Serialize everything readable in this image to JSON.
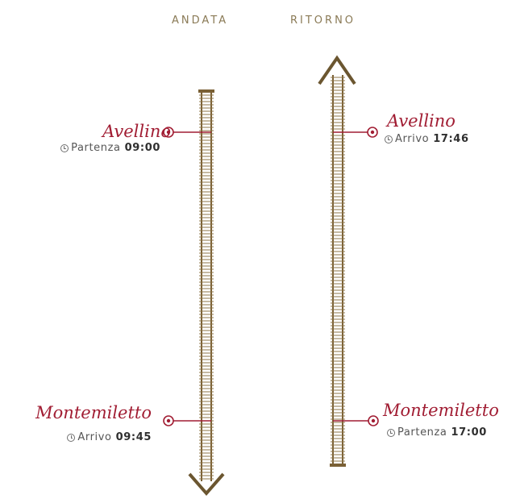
{
  "headers": {
    "outbound": "ANDATA",
    "return": "RITORNO"
  },
  "outbound": {
    "from": {
      "station": "Avellino",
      "label": "Partenza",
      "time": "09:00"
    },
    "to": {
      "station": "Montemiletto",
      "label": "Arrivo",
      "time": "09:45"
    }
  },
  "return": {
    "from": {
      "station": "Montemiletto",
      "label": "Partenza",
      "time": "17:00"
    },
    "to": {
      "station": "Avellino",
      "label": "Arrivo",
      "time": "17:46"
    }
  },
  "colors": {
    "station_red": "#a11d33",
    "track_brown": "#7a6035",
    "header_gold": "#8a7a56"
  },
  "icons": {
    "direction_outbound": "arrow-down-icon",
    "direction_return": "arrow-up-icon",
    "station_marker": "station-marker-icon",
    "time": "clock-icon"
  }
}
